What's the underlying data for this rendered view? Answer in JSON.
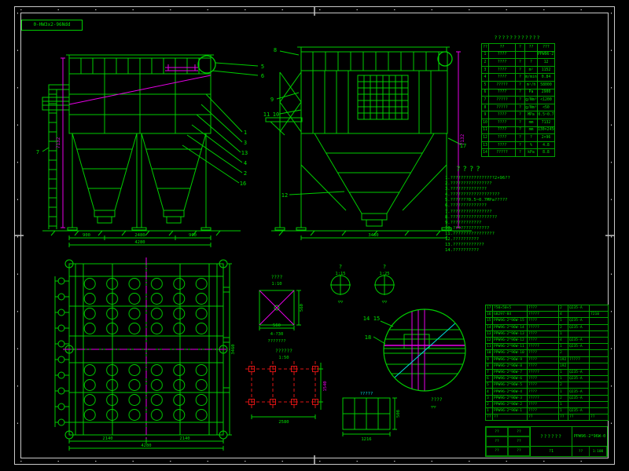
{
  "ref_code": "0-HW3x2-96Ndd",
  "spec_table": {
    "title": "????????????",
    "header": [
      "??",
      "??",
      "?",
      "??",
      "???"
    ],
    "rows": [
      [
        "1",
        "????",
        "",
        "",
        "PPW96-2*96"
      ],
      [
        "2",
        "????",
        "?",
        "?",
        "12"
      ],
      [
        "3",
        "????",
        "?",
        "m²",
        "1152"
      ],
      [
        "4",
        "????",
        "?",
        "m/min",
        "0.84"
      ],
      [
        "5",
        "?????",
        "?",
        "m³/h",
        "58000"
      ],
      [
        "6",
        "????",
        "?",
        "Pa",
        "2900"
      ],
      [
        "7",
        "?????",
        "?",
        "g/Nm³",
        "<1200"
      ],
      [
        "8",
        "?????",
        "?",
        "g/Nm³",
        "<50"
      ],
      [
        "9",
        "????",
        "?",
        "MPa",
        "0.5~0.7"
      ],
      [
        "10",
        "????",
        "?",
        "mm",
        "7132"
      ],
      [
        "11",
        "????",
        "?",
        "mm",
        "130×2450"
      ],
      [
        "12",
        "????",
        "?",
        "?",
        "2×96"
      ],
      [
        "13",
        "????",
        "?",
        "%",
        "4.8"
      ],
      [
        "14",
        "?????",
        "?",
        "kPa",
        "8.8"
      ]
    ]
  },
  "notes": {
    "title": "????",
    "lines": [
      "1.?????????????????2×96??",
      "2.????????????????",
      "3.??????????????",
      "4.???????????????????",
      "5.???????0.5~0.7MPa?????",
      "6.??????????????",
      "7.????????????????",
      "8.??????????????????",
      "9.????????????",
      "10.??????????????",
      "11.????????????????",
      "12.??????????",
      "13.????????????",
      "14.??????????"
    ]
  },
  "views": {
    "front": {
      "callouts": {
        "c1": "1",
        "c2": "2",
        "c3": "3",
        "c4": "4",
        "c5": "5",
        "c6": "6",
        "c7": "7",
        "c13": "13",
        "c16": "16"
      },
      "dims": {
        "seg1": "900",
        "seg2": "2480",
        "seg3": "900",
        "total": "4280",
        "height": "7132"
      }
    },
    "side": {
      "callouts": {
        "c8": "8",
        "c9": "9",
        "c10": "10",
        "c11": "11",
        "c12": "12",
        "c17": "17"
      },
      "dims": {
        "total": "3460",
        "height": "7132"
      }
    },
    "plan": {
      "dims": {
        "seg1": "2140",
        "seg2": "2140",
        "total": "4280",
        "depth": "3460"
      }
    }
  },
  "details": {
    "anchor": {
      "title": "????",
      "scale": "1:10",
      "dim_w": "560",
      "dim_h": "560",
      "note": "4-?30",
      "sub": "???????"
    },
    "circle_a": {
      "label": "?",
      "scale": "1:15"
    },
    "circle_b": {
      "label": "?",
      "scale": "1:25"
    },
    "foundation": {
      "title": "??????",
      "scale": "1:50",
      "total": "2580",
      "side": "1540"
    },
    "big_circle": {
      "c14": "14",
      "c15": "15",
      "c18": "18",
      "note": "????"
    },
    "duct": {
      "label": "?????",
      "dim_w": "1216",
      "dim_h": "508"
    },
    "symbols": "▽▽"
  },
  "parts_table": {
    "header": [
      "??",
      "??",
      "??",
      "??",
      "??",
      "??"
    ],
    "rows": [
      [
        "17",
        "?50×50×5",
        "????",
        "2",
        "Q235-A",
        ""
      ],
      [
        "16",
        "GB297-84",
        "?????",
        "4",
        "",
        "7210"
      ],
      [
        "15",
        "PPW96-2*96W-15",
        "????",
        "1",
        "Q235-A",
        ""
      ],
      [
        "14",
        "PPW96-2*96W-14",
        "?????",
        "2",
        "Q235-A",
        ""
      ],
      [
        "13",
        "PPW96-2*96W-13",
        "????",
        "1",
        "",
        ""
      ],
      [
        "12",
        "PPW96-2*96W-12",
        "????",
        "4",
        "Q235-A",
        ""
      ],
      [
        "11",
        "PPW96-2*96W-11",
        "?????",
        "1",
        "Q235-A",
        ""
      ],
      [
        "10",
        "PPW96-2*96W-10",
        "????",
        "2",
        "",
        ""
      ],
      [
        "9",
        "PPW96-2*96W-9",
        "????",
        "192",
        "?????",
        ""
      ],
      [
        "8",
        "PPW96-2*96W-8",
        "????",
        "192",
        "",
        ""
      ],
      [
        "7",
        "PPW96-2*96W-7",
        "?????",
        "1",
        "Q235-A",
        ""
      ],
      [
        "6",
        "PPW96-2*96W-6",
        "????",
        "1",
        "Q235-A",
        ""
      ],
      [
        "5",
        "PPW96-2*96W-5",
        "????",
        "2",
        "",
        ""
      ],
      [
        "4",
        "PPW96-2*96W-4",
        "????",
        "1",
        "Q235-A",
        ""
      ],
      [
        "3",
        "PPW96-2*96W-3",
        "?????",
        "2",
        "Q235-A",
        ""
      ],
      [
        "2",
        "PPW96-2*96W-2",
        "????",
        "1",
        "",
        ""
      ],
      [
        "1",
        "PPW96-2*96W-1",
        "????",
        "1",
        "Q235-A",
        ""
      ]
    ]
  },
  "title_block": {
    "product": "??????",
    "drawing_no": "PPW96-2*96W-0",
    "sheet": "?1",
    "scale_label": "??",
    "scale": "1:100",
    "cells": [
      "??",
      "??",
      "??",
      "??",
      "??",
      "??"
    ]
  }
}
